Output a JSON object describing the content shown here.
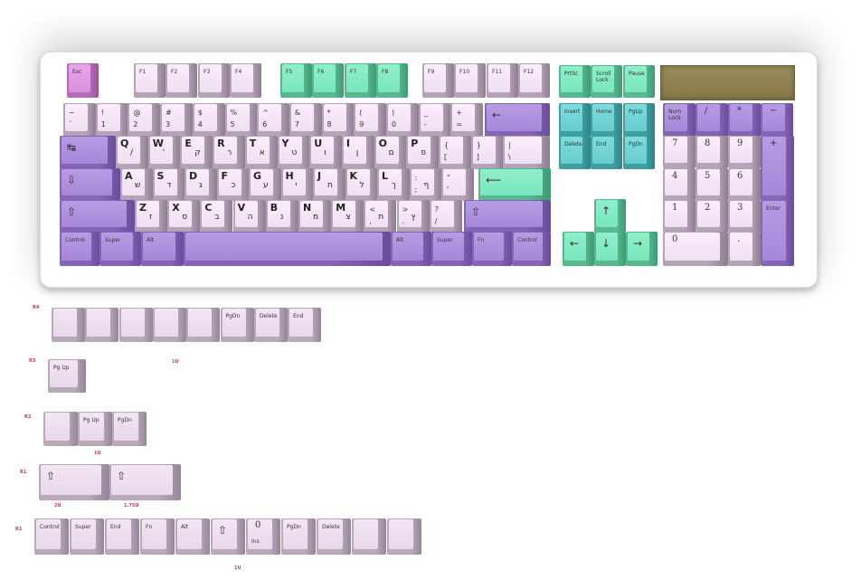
{
  "colors": {
    "lilac": "#f2e4f5",
    "purple": "#a98bd8",
    "mint": "#7de8c0",
    "teal": "#6ad0d0",
    "esc": "#d890dc",
    "display": "#8a7d50"
  },
  "keyboard": {
    "function_row": [
      {
        "label": "Esc"
      },
      {
        "label": "F1"
      },
      {
        "label": "F2"
      },
      {
        "label": "F3"
      },
      {
        "label": "F4"
      },
      {
        "label": "F5"
      },
      {
        "label": "F6"
      },
      {
        "label": "F7"
      },
      {
        "label": "F8"
      },
      {
        "label": "F9"
      },
      {
        "label": "F10"
      },
      {
        "label": "F11"
      },
      {
        "label": "F12"
      }
    ],
    "number_row": [
      {
        "top": "~",
        "bottom": "`"
      },
      {
        "top": "!",
        "bottom": "1"
      },
      {
        "top": "@",
        "bottom": "2"
      },
      {
        "top": "#",
        "bottom": "3"
      },
      {
        "top": "$",
        "bottom": "4"
      },
      {
        "top": "%",
        "bottom": "5"
      },
      {
        "top": "^",
        "bottom": "6"
      },
      {
        "top": "&",
        "bottom": "7"
      },
      {
        "top": "*",
        "bottom": "8"
      },
      {
        "top": "(",
        "bottom": "9"
      },
      {
        "top": ")",
        "bottom": "0"
      },
      {
        "top": "_",
        "bottom": "-"
      },
      {
        "top": "+",
        "bottom": "="
      },
      {
        "icon": "backspace"
      }
    ],
    "top_row": [
      {
        "icon": "tab"
      },
      {
        "top": "Q",
        "heb": "/"
      },
      {
        "top": "W",
        "heb": "'"
      },
      {
        "top": "E",
        "heb": "ק"
      },
      {
        "top": "R",
        "heb": "ר"
      },
      {
        "top": "T",
        "heb": "א"
      },
      {
        "top": "Y",
        "heb": "ט"
      },
      {
        "top": "U",
        "heb": "ו"
      },
      {
        "top": "I",
        "heb": "ן"
      },
      {
        "top": "O",
        "heb": "ם"
      },
      {
        "top": "P",
        "heb": "פ"
      },
      {
        "top": "{",
        "bottom": "["
      },
      {
        "top": "}",
        "bottom": "]"
      },
      {
        "top": "|",
        "bottom": "\\"
      }
    ],
    "home_row": [
      {
        "icon": "caps-lock"
      },
      {
        "top": "A",
        "heb": "ש"
      },
      {
        "top": "S",
        "heb": "ד"
      },
      {
        "top": "D",
        "heb": "ג"
      },
      {
        "top": "F",
        "heb": "כ"
      },
      {
        "top": "G",
        "heb": "ע"
      },
      {
        "top": "H",
        "heb": "י"
      },
      {
        "top": "J",
        "heb": "ח"
      },
      {
        "top": "K",
        "heb": "ל"
      },
      {
        "top": "L",
        "heb": "ך"
      },
      {
        "top": ":",
        "bottom": ";",
        "heb": "ף"
      },
      {
        "top": "\"",
        "bottom": "'"
      },
      {
        "icon": "enter"
      }
    ],
    "shift_row": [
      {
        "icon": "shift"
      },
      {
        "top": "Z",
        "heb": "ז"
      },
      {
        "top": "X",
        "heb": "ס"
      },
      {
        "top": "C",
        "heb": "ב"
      },
      {
        "top": "V",
        "heb": "ה"
      },
      {
        "top": "B",
        "heb": "נ"
      },
      {
        "top": "N",
        "heb": "מ"
      },
      {
        "top": "M",
        "heb": "צ"
      },
      {
        "top": "<",
        "bottom": ",",
        "heb": "ת"
      },
      {
        "top": ">",
        "bottom": ".",
        "heb": "ץ"
      },
      {
        "top": "?",
        "bottom": "/"
      },
      {
        "icon": "shift"
      }
    ],
    "bottom_row": [
      {
        "label": "Control"
      },
      {
        "label": "Super"
      },
      {
        "label": "Alt"
      },
      {
        "label": ""
      },
      {
        "label": "Alt"
      },
      {
        "label": "Super"
      },
      {
        "label": "Fn"
      },
      {
        "label": "Control"
      }
    ],
    "system": [
      {
        "label": "PrtSc"
      },
      {
        "label": "Scroll\nLock"
      },
      {
        "label": "Pause"
      }
    ],
    "nav": [
      {
        "label": "Insert"
      },
      {
        "label": "Home"
      },
      {
        "label": "PgUp"
      },
      {
        "label": "Delete"
      },
      {
        "label": "End"
      },
      {
        "label": "PgDn"
      }
    ],
    "arrows": [
      {
        "icon": "up"
      },
      {
        "icon": "left"
      },
      {
        "icon": "down"
      },
      {
        "icon": "right"
      }
    ],
    "numpad": [
      {
        "label": "Num\nLock"
      },
      {
        "np": "/"
      },
      {
        "np": "*"
      },
      {
        "np": "−"
      },
      {
        "np": "7"
      },
      {
        "np": "8"
      },
      {
        "np": "9"
      },
      {
        "np": "+"
      },
      {
        "np": "4"
      },
      {
        "np": "5"
      },
      {
        "np": "6"
      },
      {
        "np": "1"
      },
      {
        "np": "2"
      },
      {
        "np": "3"
      },
      {
        "label": "Enter"
      },
      {
        "np": "0"
      },
      {
        "np": "."
      }
    ]
  },
  "spares": {
    "r4": {
      "tag": "R4",
      "keys": [
        {
          "label": ""
        },
        {
          "label": ""
        },
        {
          "label": ""
        },
        {
          "label": ""
        },
        {
          "label": ""
        },
        {
          "label": "PgDn"
        },
        {
          "label": "Delete"
        },
        {
          "label": "End"
        }
      ],
      "size": "1U"
    },
    "r3": {
      "tag": "R3",
      "keys": [
        {
          "label": "Pg Up"
        }
      ]
    },
    "r2": {
      "tag": "R2",
      "keys": [
        {
          "label": ""
        },
        {
          "label": "Pg Up"
        },
        {
          "label": "PgDn"
        }
      ],
      "size": "1U"
    },
    "r1_wide": {
      "tag": "R1",
      "keys": [
        {
          "icon": "shift"
        },
        {
          "icon": "shift"
        }
      ],
      "size_a": "2U",
      "size_b": "1.75U"
    },
    "r1": {
      "tag": "R1",
      "keys": [
        {
          "label": "Control"
        },
        {
          "label": "Super"
        },
        {
          "label": "End"
        },
        {
          "label": "Fn"
        },
        {
          "label": "Alt"
        },
        {
          "icon": "shift"
        },
        {
          "np": "0",
          "label": "Ins"
        },
        {
          "label": "PgDn"
        },
        {
          "label": "Delete"
        },
        {
          "label": ""
        },
        {
          "label": ""
        }
      ],
      "size": "1U"
    }
  }
}
